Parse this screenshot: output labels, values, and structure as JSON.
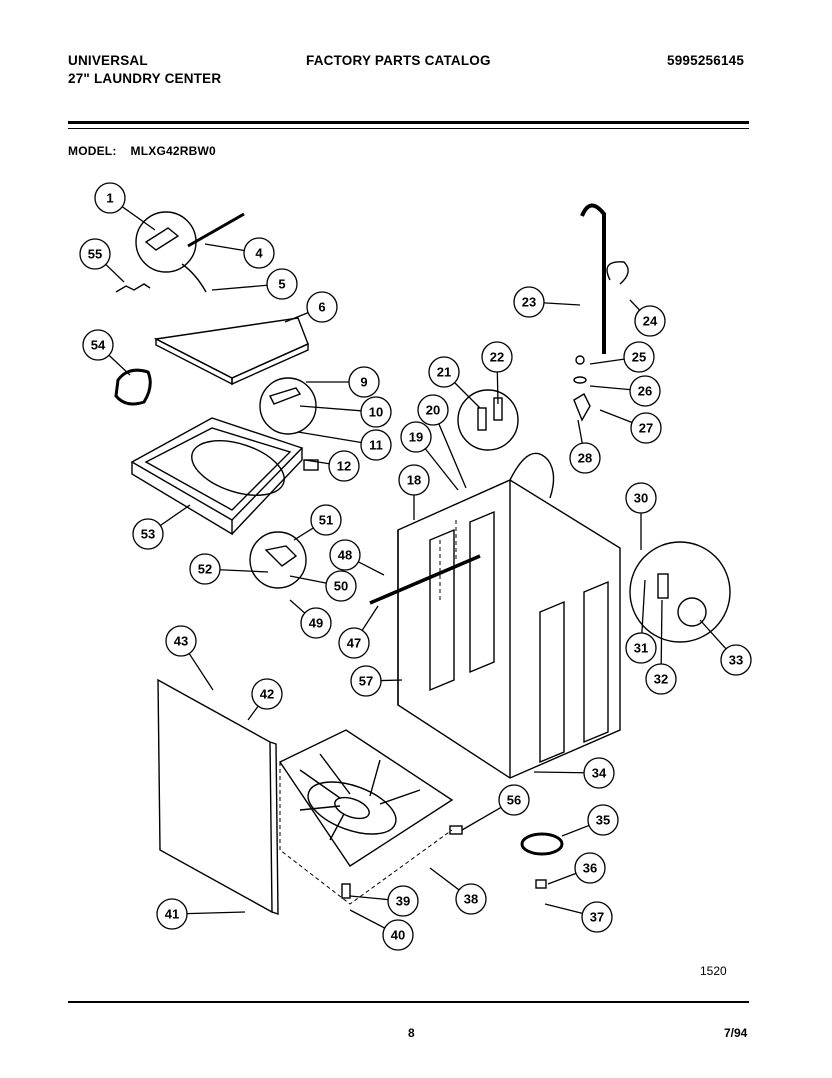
{
  "header": {
    "brand": "UNIVERSAL",
    "product": "27\" LAUNDRY CENTER",
    "title": "FACTORY PARTS CATALOG",
    "catalog_number": "5995256145"
  },
  "model": {
    "label": "MODEL:",
    "value": "MLXG42RBW0"
  },
  "figure_number": "1520",
  "footer": {
    "page": "8",
    "date": "7/94"
  },
  "callouts": [
    "1",
    "4",
    "5",
    "6",
    "9",
    "10",
    "11",
    "12",
    "18",
    "19",
    "20",
    "21",
    "22",
    "23",
    "24",
    "25",
    "26",
    "27",
    "28",
    "30",
    "31",
    "32",
    "33",
    "34",
    "35",
    "36",
    "37",
    "38",
    "39",
    "40",
    "41",
    "42",
    "43",
    "47",
    "48",
    "49",
    "50",
    "51",
    "52",
    "53",
    "54",
    "55",
    "56",
    "57"
  ]
}
